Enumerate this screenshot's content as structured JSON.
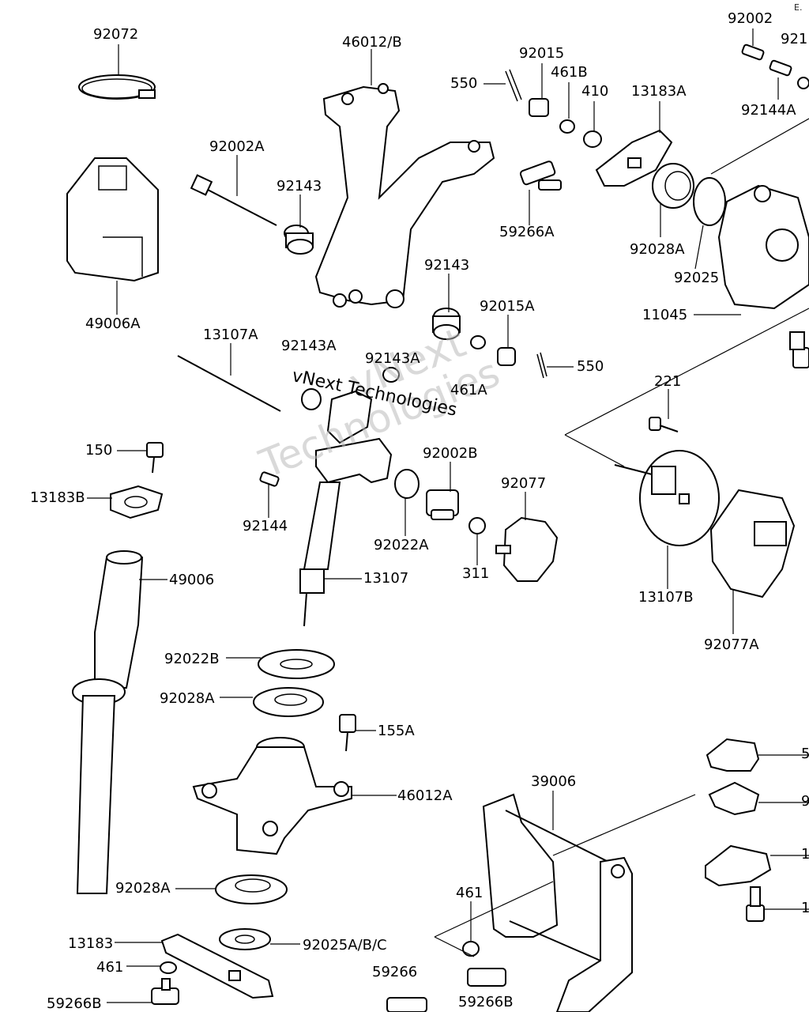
{
  "corner_code": "E.",
  "watermark": {
    "line1": "vNext",
    "line2": "Technologies",
    "overlay": "vNext Technologies"
  },
  "labels": [
    "92072",
    "46012/B",
    "92015",
    "461B",
    "410",
    "13183A",
    "550",
    "92002",
    "921",
    "92144A",
    "92002A",
    "92143",
    "49006A",
    "92143",
    "59266A",
    "92028A",
    "92025",
    "11045",
    "92015A",
    "92143A",
    "92143A",
    "13107A",
    "550",
    "461A",
    "221",
    "150",
    "92002B",
    "13183B",
    "92144",
    "92077",
    "92022A",
    "311",
    "13107",
    "49006",
    "13107B",
    "92077A",
    "92022B",
    "92028A",
    "155A",
    "46012A",
    "39006",
    "92028A",
    "461",
    "13183",
    "92025A/B/C",
    "461",
    "59266",
    "59266B",
    "59266B",
    "5",
    "9",
    "1",
    "1"
  ]
}
